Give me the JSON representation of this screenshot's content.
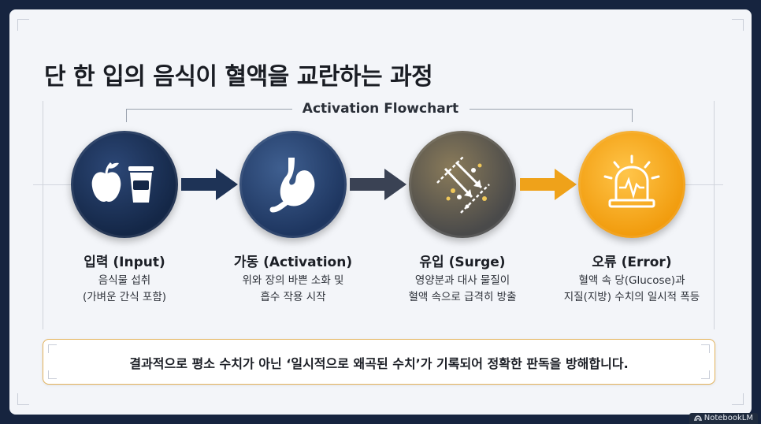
{
  "title": "단 한 입의 음식이 혈액을 교란하는 과정",
  "subtitle": "Activation Flowchart",
  "steps": [
    {
      "title": "입력 (Input)",
      "desc_line1": "음식물 섭취",
      "desc_line2": "(가벼운 간식 포함)",
      "icon": "apple-and-cup-icon",
      "color": "#142747"
    },
    {
      "title": "가동 (Activation)",
      "desc_line1": "위와 장의 바쁜 소화 및",
      "desc_line2": "흡수 작용 시작",
      "icon": "stomach-icon",
      "color": "#1e3660"
    },
    {
      "title": "유입 (Surge)",
      "desc_line1": "영양분과 대사 물질이",
      "desc_line2": "혈액 속으로 급격히 방출",
      "icon": "particle-flow-icon",
      "color": "#4a4a4a"
    },
    {
      "title": "오류 (Error)",
      "desc_line1": "혈액 속 당(Glucose)과",
      "desc_line2": "지질(지방) 수치의 일시적 폭등",
      "icon": "alarm-siren-icon",
      "color": "#f19b0c"
    }
  ],
  "conclusion": "결과적으로 평소 수치가 아닌 ‘일시적으로 왜곡된 수치’가 기록되어 정확한 판독을 방해합니다.",
  "watermark": "NotebookLM",
  "colors": {
    "navy": "#142747",
    "amber": "#f19b0c",
    "background": "#f3f5f9",
    "border": "#e3b25a"
  }
}
